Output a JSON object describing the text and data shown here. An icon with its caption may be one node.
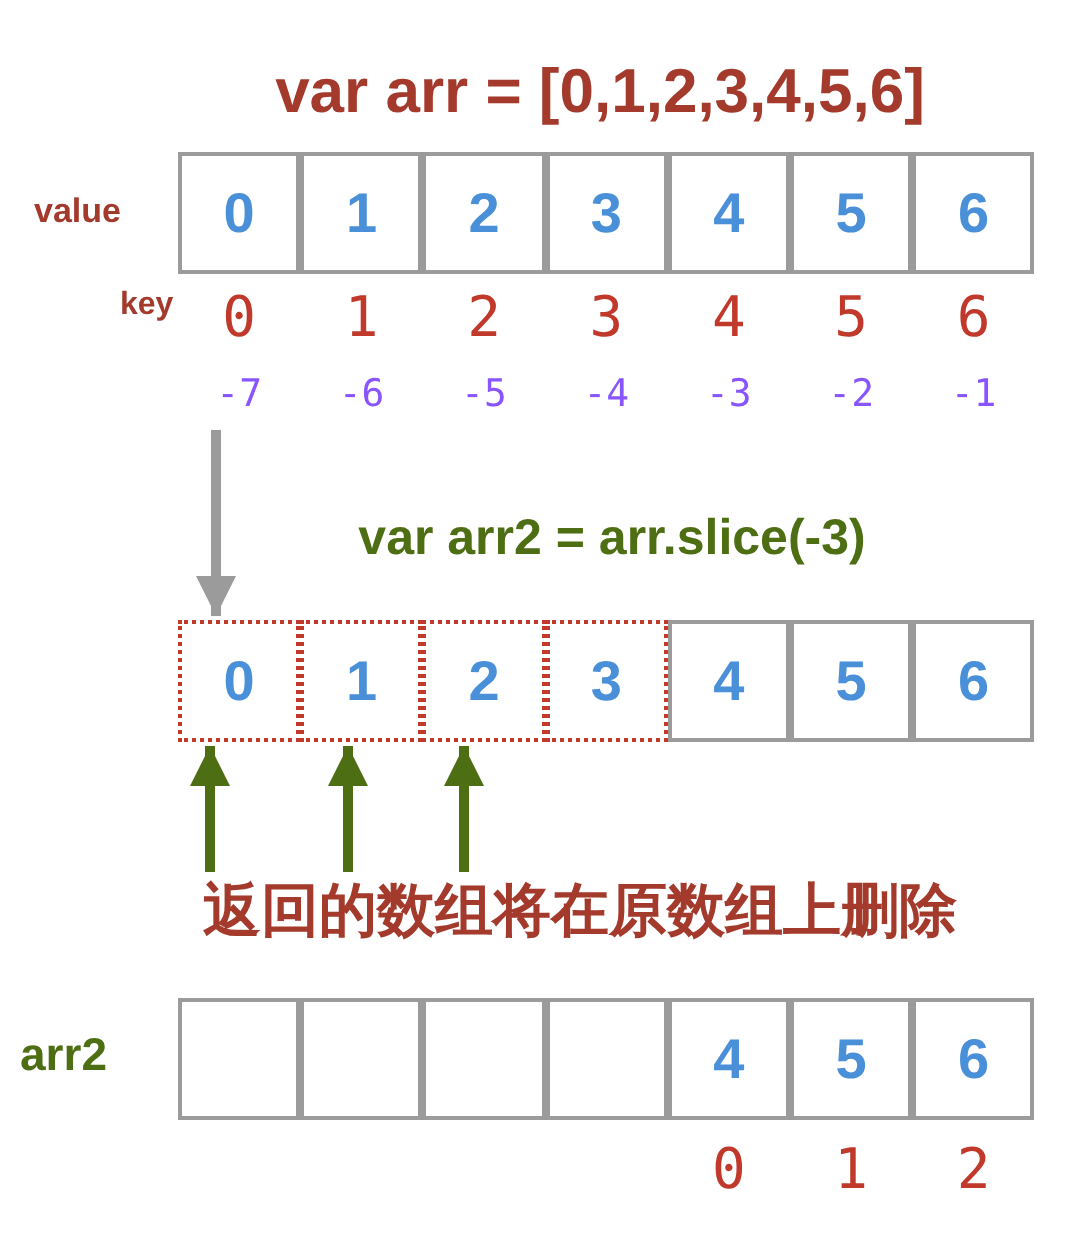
{
  "diagram": {
    "title": "var arr = [0,1,2,3,4,5,6]",
    "nodes": [
      {
        "text": [
          "0"
        ]
      },
      {
        "text": [
          "1"
        ]
      },
      {
        "text": [
          "2"
        ]
      },
      {
        "text": [
          "3"
        ]
      },
      {
        "text": [
          "4"
        ]
      },
      {
        "text": [
          "5"
        ]
      },
      {
        "text": [
          "6"
        ]
      },
      {
        "text": [
          "0"
        ]
      },
      {
        "text": [
          "1"
        ]
      },
      {
        "text": [
          "2"
        ]
      },
      {
        "text": [
          "3"
        ]
      },
      {
        "text": [
          "4"
        ]
      },
      {
        "text": [
          "5"
        ]
      },
      {
        "text": [
          "6"
        ]
      },
      {
        "text": [
          "返回的数组将在原数组上删除"
        ]
      },
      {
        "text": [],
        "shape": "box"
      },
      {
        "text": [],
        "shape": "box"
      },
      {
        "text": [],
        "shape": "box"
      },
      {
        "text": [],
        "shape": "box"
      },
      {
        "text": [
          "4"
        ]
      },
      {
        "text": [
          "5"
        ]
      },
      {
        "text": [
          "6"
        ]
      }
    ],
    "edges": [
      {
        "from": null,
        "to": 7,
        "arrow": "to",
        "color": "#9b9b9b"
      },
      {
        "from": 14,
        "to": 7,
        "arrow": "to"
      },
      {
        "from": 14,
        "to": 8,
        "arrow": "to"
      },
      {
        "from": 14,
        "to": 9,
        "arrow": "to"
      }
    ],
    "labels": [
      "value",
      "key",
      "0",
      "1",
      "2",
      "3",
      "4",
      "5",
      "6",
      "-7",
      "-6",
      "-5",
      "-4",
      "-3",
      "-2",
      "-1",
      "var arr2 = arr.slice(-3)",
      "arr2",
      "0",
      "1",
      "2"
    ]
  }
}
